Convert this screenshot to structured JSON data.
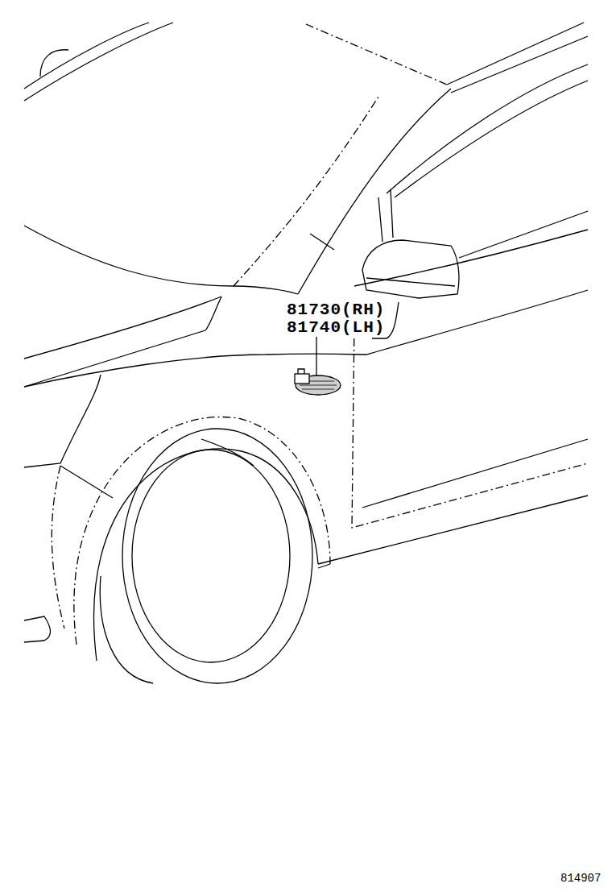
{
  "diagram": {
    "labels": [
      "81730(RH)",
      "81740(LH)",
      "814907"
    ]
  }
}
